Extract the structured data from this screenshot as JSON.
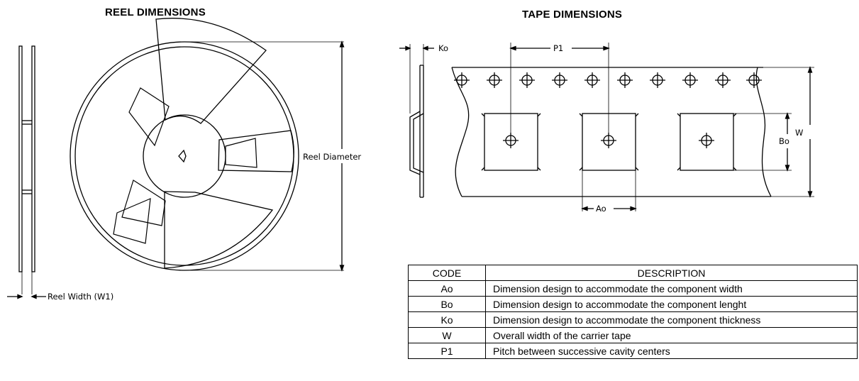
{
  "headings": {
    "reel": "REEL DIMENSIONS",
    "tape": "TAPE DIMENSIONS"
  },
  "labels": {
    "reel_diameter": "Reel Diameter",
    "reel_width": "Reel Width (W1)",
    "ko": "Ko",
    "p1": "P1",
    "ao": "Ao",
    "bo": "Bo",
    "w": "W"
  },
  "table": {
    "headers": [
      "CODE",
      "DESCRIPTION"
    ],
    "rows": [
      {
        "code": "Ao",
        "description": "Dimension design to accommodate the component width"
      },
      {
        "code": "Bo",
        "description": "Dimension design to accommodate the component lenght"
      },
      {
        "code": "Ko",
        "description": "Dimension design to accommodate the component thickness"
      },
      {
        "code": "W",
        "description": "Overall width of the carrier tape"
      },
      {
        "code": "P1",
        "description": "Pitch between successive cavity centers"
      }
    ]
  }
}
